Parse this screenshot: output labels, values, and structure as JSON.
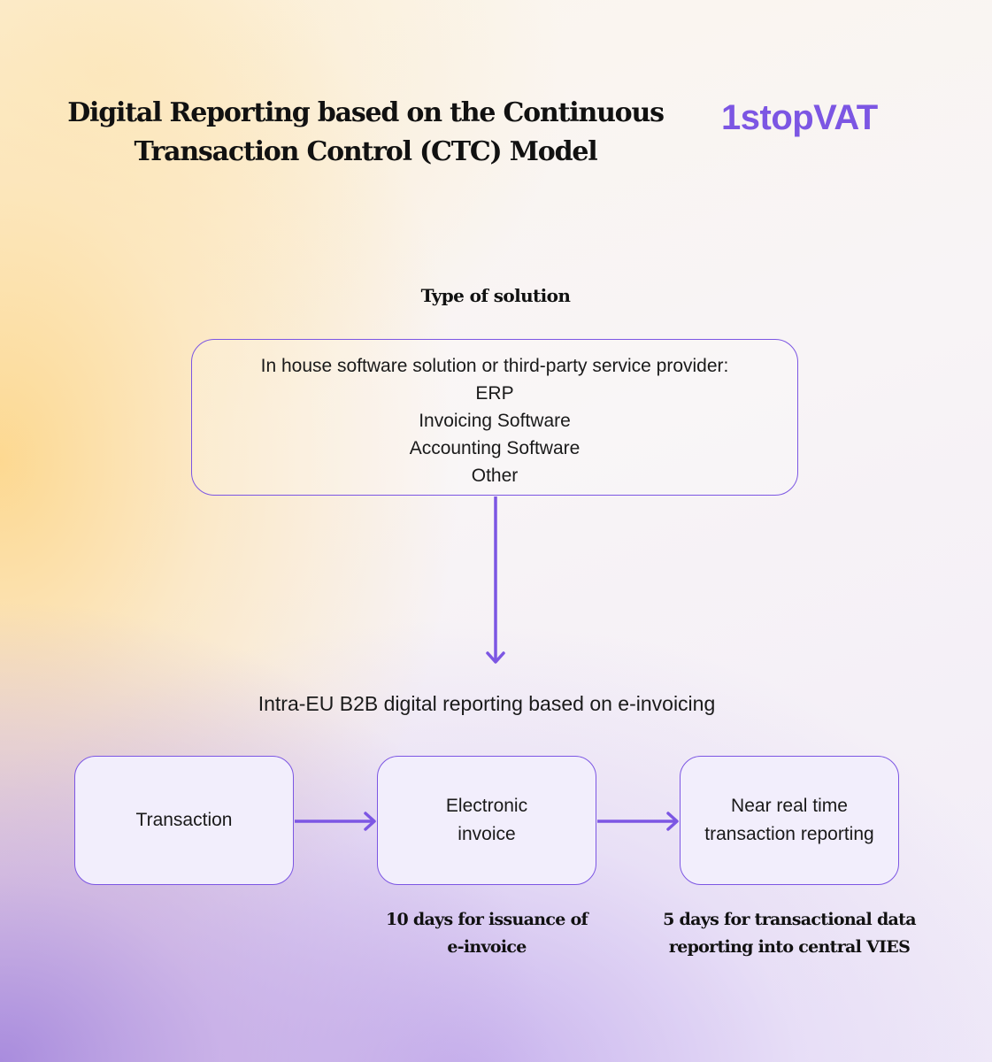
{
  "header": {
    "title": "Digital Reporting based on the Continuous Transaction Control (CTC) Model",
    "logo_text": "1stopVAT"
  },
  "solution": {
    "label": "Type of solution",
    "lines": [
      "In house software solution or third-party service provider:",
      "ERP",
      "Invoicing Software",
      "Accounting Software",
      "Other"
    ]
  },
  "reporting": {
    "label": "Intra-EU B2B digital reporting based on e-invoicing"
  },
  "steps": [
    {
      "label": "Transaction"
    },
    {
      "label": "Electronic\ninvoice",
      "note": "10 days for issuance of\ne-invoice"
    },
    {
      "label": "Near real time\ntransaction reporting",
      "note": "5 days for transactional data\nreporting into central VIES"
    }
  ],
  "colors": {
    "accent": "#7c56e3",
    "box_fill": "#f2eefc",
    "text": "#1a1a1a"
  }
}
